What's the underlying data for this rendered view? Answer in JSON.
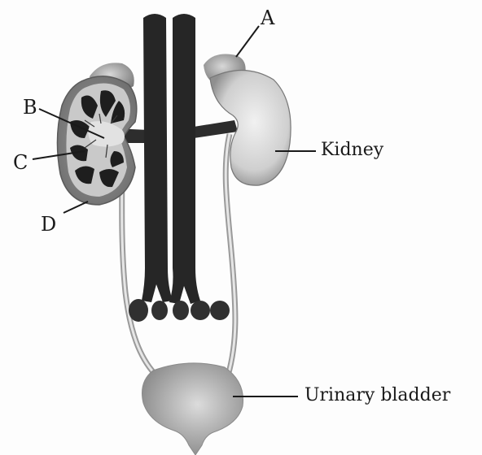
{
  "labels": {
    "a": "A",
    "b": "B",
    "c": "C",
    "d": "D",
    "kidney": "Kidney",
    "bladder": "Urinary bladder"
  }
}
